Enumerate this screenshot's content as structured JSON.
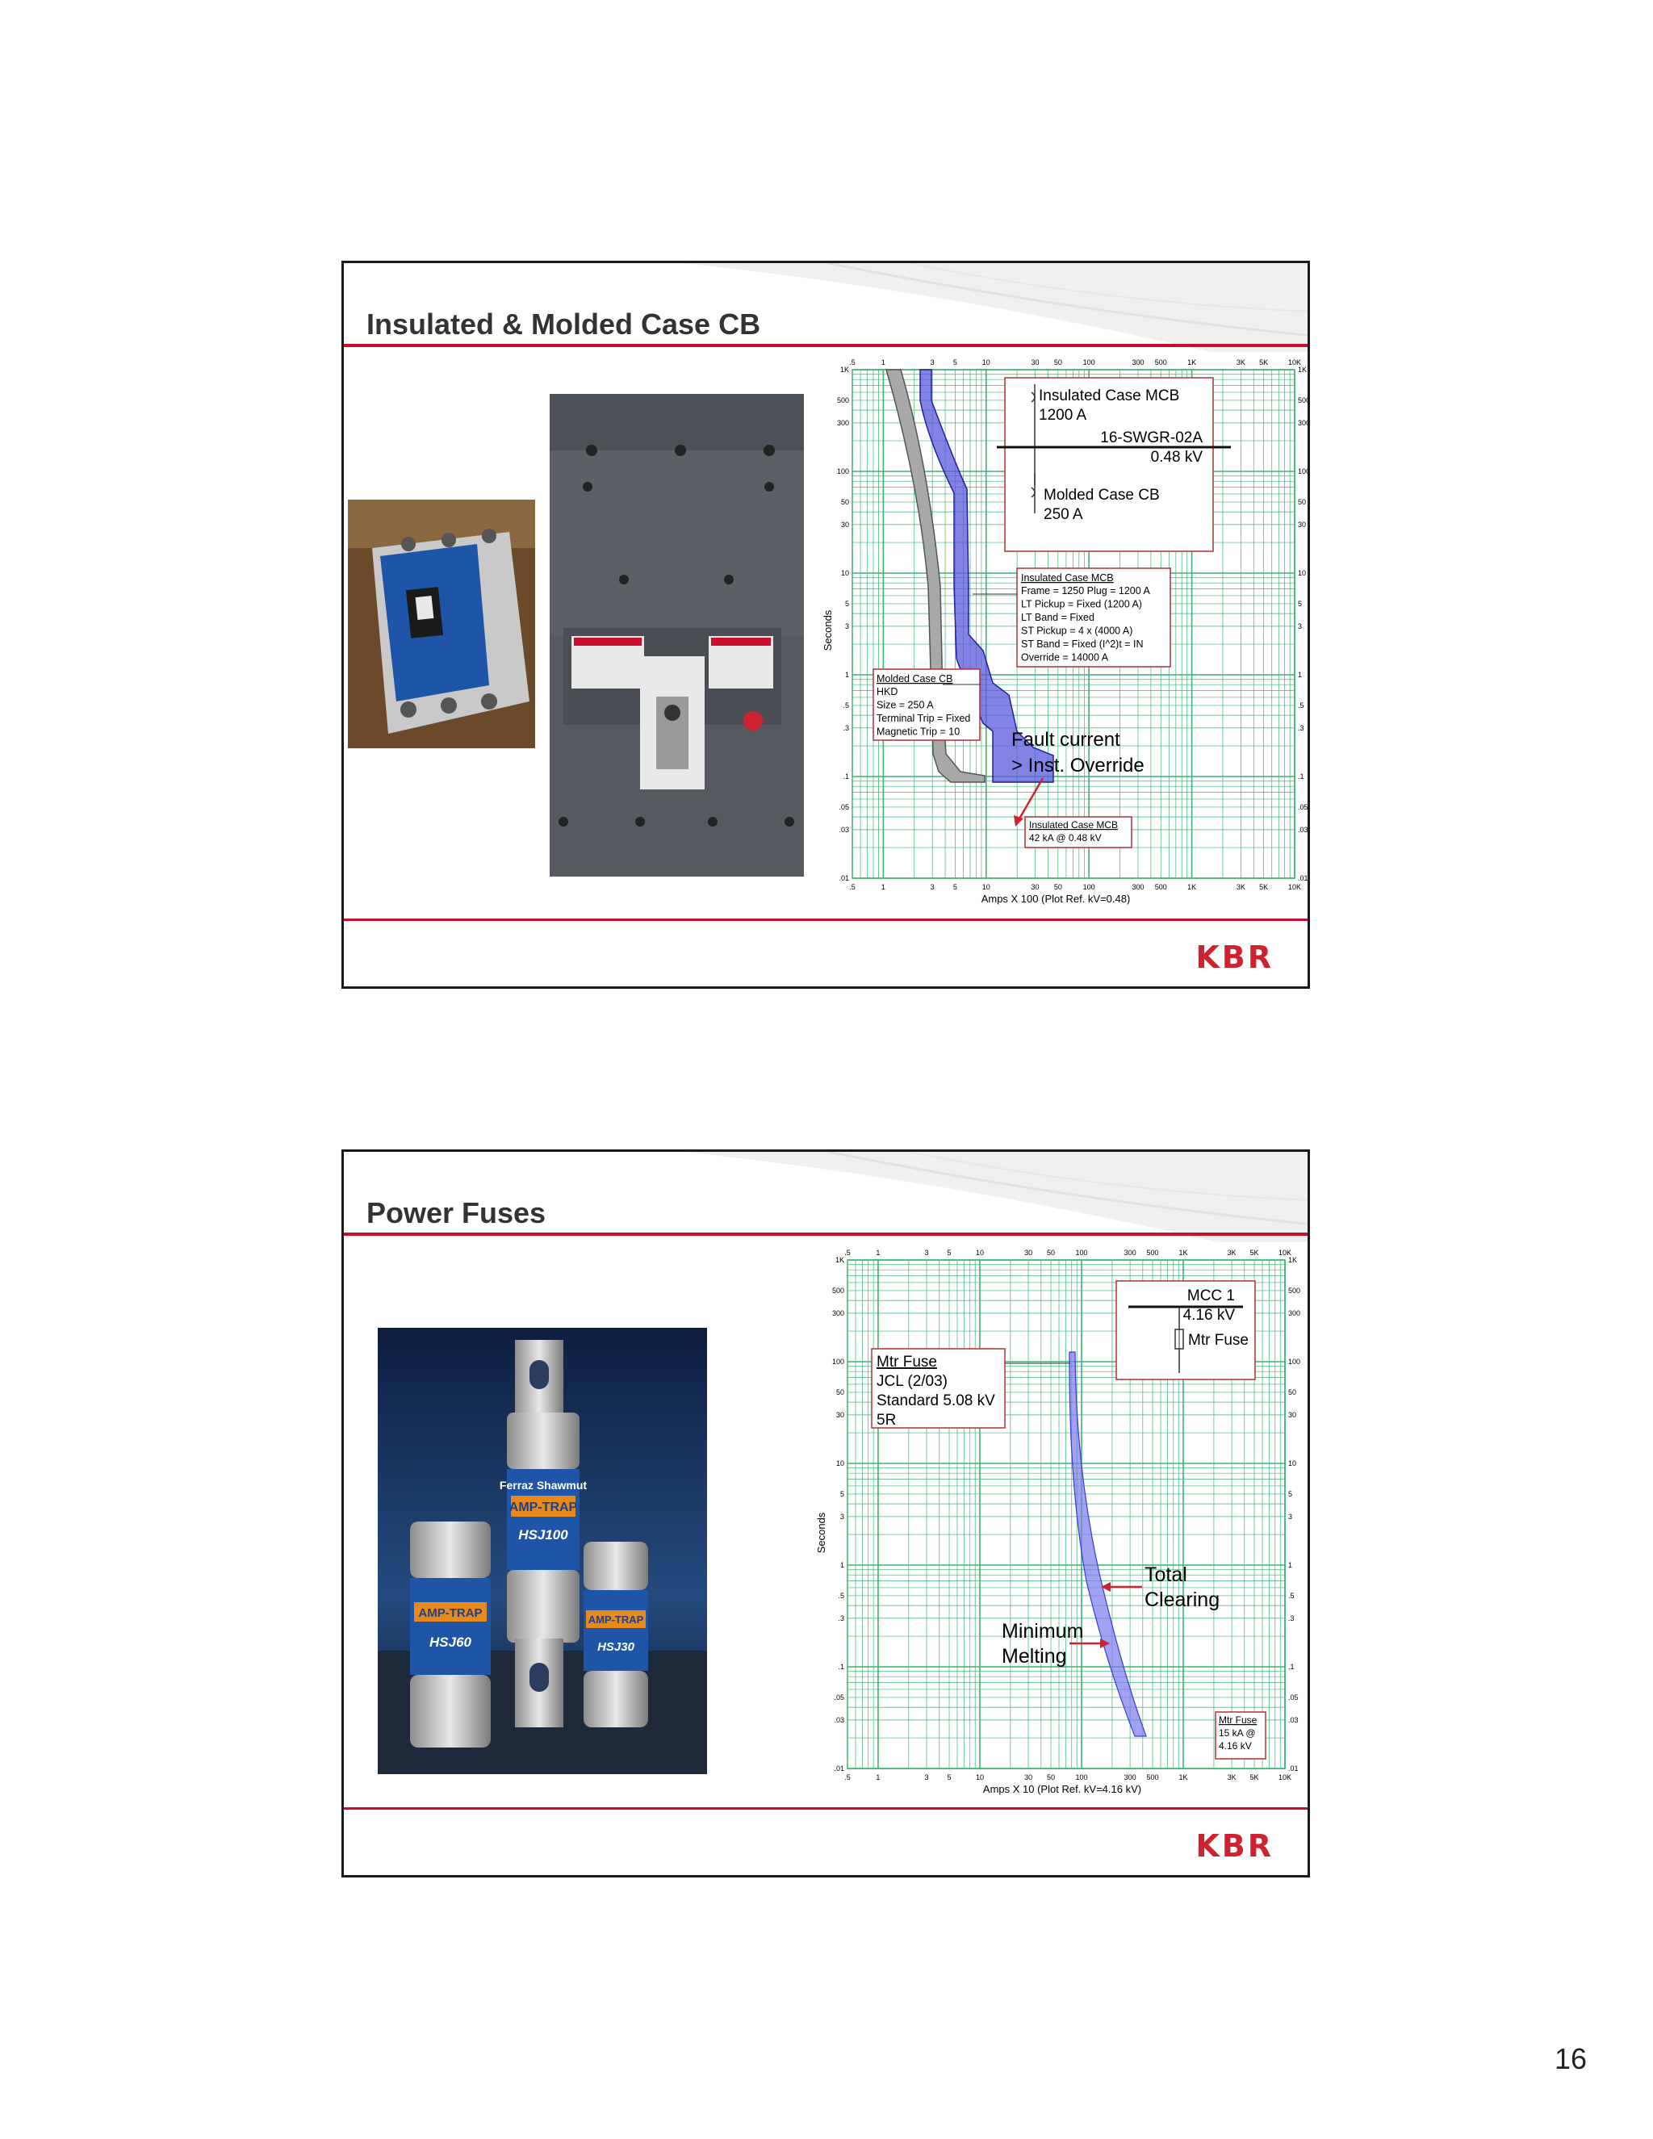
{
  "page_number": "16",
  "slides": [
    {
      "title": "Insulated & Molded Case CB",
      "logo": "KBR",
      "chart": {
        "y_label": "Seconds",
        "x_label": "Amps X 100 (Plot Ref. kV=0.48)",
        "x_ticks": [
          ".5",
          "1",
          "3",
          "5",
          "10",
          "30",
          "50",
          "100",
          "300",
          "500",
          "1K",
          "3K",
          "5K",
          "10K"
        ],
        "x_ticks_top": [
          ".5",
          "1",
          "3",
          "5",
          "10",
          "30",
          "50",
          "100",
          "300",
          "500",
          "1K",
          "3K",
          "5K",
          "10K"
        ],
        "y_ticks": [
          "1K",
          "500",
          "300",
          "100",
          "50",
          "30",
          "10",
          "5",
          "3",
          "1",
          ".5",
          ".3",
          ".1",
          ".05",
          ".03",
          ".01"
        ],
        "oneline": {
          "upper_device": "Insulated Case MCB",
          "upper_rating": "1200 A",
          "bus": "16-SWGR-02A",
          "bus_kv": "0.48 kV",
          "lower_device": "Molded Case CB",
          "lower_rating": "250 A"
        },
        "mcb_box": {
          "title": "Insulated Case MCB",
          "lines": [
            "Frame = 1250 Plug = 1200 A",
            "LT Pickup = Fixed (1200 A)",
            "LT Band = Fixed",
            "ST Pickup = 4 x (4000 A)",
            "ST Band = Fixed (I^2)t = IN",
            "Override = 14000 A"
          ]
        },
        "mccb_box": {
          "title": "Molded Case CB",
          "lines": [
            "HKD",
            "Size = 250 A",
            "Terminal Trip = Fixed",
            "Magnetic Trip = 10"
          ]
        },
        "fault_annotation": [
          "Fault current",
          "> Inst. Override"
        ],
        "fault_box": {
          "title": "Insulated Case MCB",
          "line": "42 kA @ 0.48 kV"
        },
        "colors": {
          "grid": "#3cb371",
          "mcb_band": "#3c3ccc",
          "mccb_band": "#8c8c8c",
          "arrow": "#d0222e"
        }
      }
    },
    {
      "title": "Power Fuses",
      "logo": "KBR",
      "chart": {
        "y_label": "Seconds",
        "x_label": "Amps X 10 (Plot Ref. kV=4.16 kV)",
        "x_ticks": [
          ".5",
          "1",
          "3",
          "5",
          "10",
          "30",
          "50",
          "100",
          "300",
          "500",
          "1K",
          "3K",
          "5K",
          "10K"
        ],
        "x_ticks_top": [
          ".5",
          "1",
          "3",
          "5",
          "10",
          "30",
          "50",
          "100",
          "300",
          "500",
          "1K",
          "3K",
          "5K",
          "10K"
        ],
        "y_ticks": [
          "1K",
          "500",
          "300",
          "100",
          "50",
          "30",
          "10",
          "5",
          "3",
          "1",
          ".5",
          ".3",
          ".1",
          ".05",
          ".03",
          ".01"
        ],
        "oneline": {
          "bus": "MCC 1",
          "bus_kv": "4.16 kV",
          "device": "Mtr Fuse"
        },
        "fuse_box": {
          "title": "Mtr Fuse",
          "lines": [
            "JCL (2/03)",
            "Standard 5.08 kV",
            "5R"
          ]
        },
        "total_clearing": [
          "Total",
          "Clearing"
        ],
        "minimum_melting": [
          "Minimum",
          "Melting"
        ],
        "fault_box": {
          "title": "Mtr Fuse",
          "lines": [
            "15 kA @",
            "4.16 kV"
          ]
        },
        "colors": {
          "grid": "#3cb371",
          "fuse_band": "#7070ee",
          "arrow": "#d0222e"
        }
      },
      "fuse_labels": [
        "HSJ100",
        "HSJ60",
        "HSJ30",
        "AMP-TRAP",
        "Ferraz Shawmut"
      ]
    }
  ]
}
